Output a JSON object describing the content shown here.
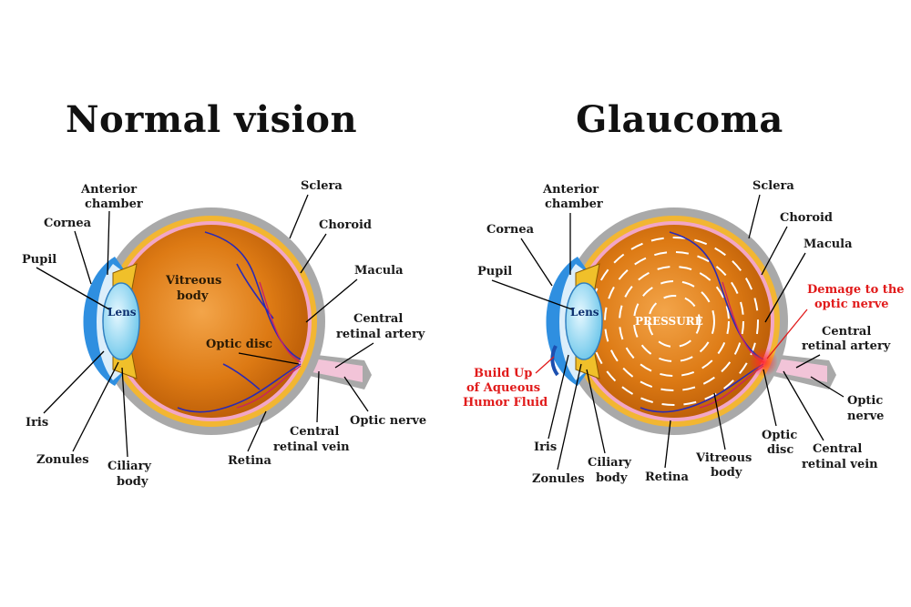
{
  "titles": {
    "left": "Normal vision",
    "right": "Glaucoma"
  },
  "normal": {
    "anterior_chamber": [
      "Anterior",
      "chamber"
    ],
    "cornea": "Cornea",
    "pupil": "Pupil",
    "lens": "Lens",
    "vitreous_body": [
      "Vitreous",
      "body"
    ],
    "optic_disc": "Optic disc",
    "sclera": "Sclera",
    "choroid": "Choroid",
    "macula": "Macula",
    "central_retinal_artery": [
      "Central",
      "retinal artery"
    ],
    "optic_nerve": "Optic nerve",
    "central_retinal_vein": [
      "Central",
      "retinal vein"
    ],
    "retina": "Retina",
    "ciliary_body": [
      "Ciliary",
      "body"
    ],
    "zonules": "Zonules",
    "iris": "Iris"
  },
  "glaucoma": {
    "anterior_chamber": [
      "Anterior",
      "chamber"
    ],
    "cornea": "Cornea",
    "pupil": "Pupil",
    "lens": "Lens",
    "pressure": "PRESSURE",
    "build_up": [
      "Build Up",
      "of Aqueous",
      "Humor Fluid"
    ],
    "sclera": "Sclera",
    "choroid": "Choroid",
    "macula": "Macula",
    "damage": [
      "Demage to the",
      "optic nerve"
    ],
    "central_retinal_artery": [
      "Central",
      "retinal artery"
    ],
    "optic_nerve": [
      "Optic",
      "nerve"
    ],
    "central_retinal_vein": [
      "Central",
      "retinal vein"
    ],
    "optic_disc": [
      "Optic",
      "disc"
    ],
    "vitreous_body": [
      "Vitreous",
      "body"
    ],
    "retina": "Retina",
    "ciliary_body": [
      "Ciliary",
      "body"
    ],
    "zonules": "Zonules",
    "iris": "Iris"
  },
  "colors": {
    "sclera": "#a9a9a9",
    "choroid": "#f2b632",
    "retina": "#f2a6c6",
    "vitreous": "#d4700d",
    "cornea": "#2f8fe0",
    "lens": "#8fd9f5",
    "vessel": "#2a2ab5",
    "highlight": "#e11b1b"
  }
}
